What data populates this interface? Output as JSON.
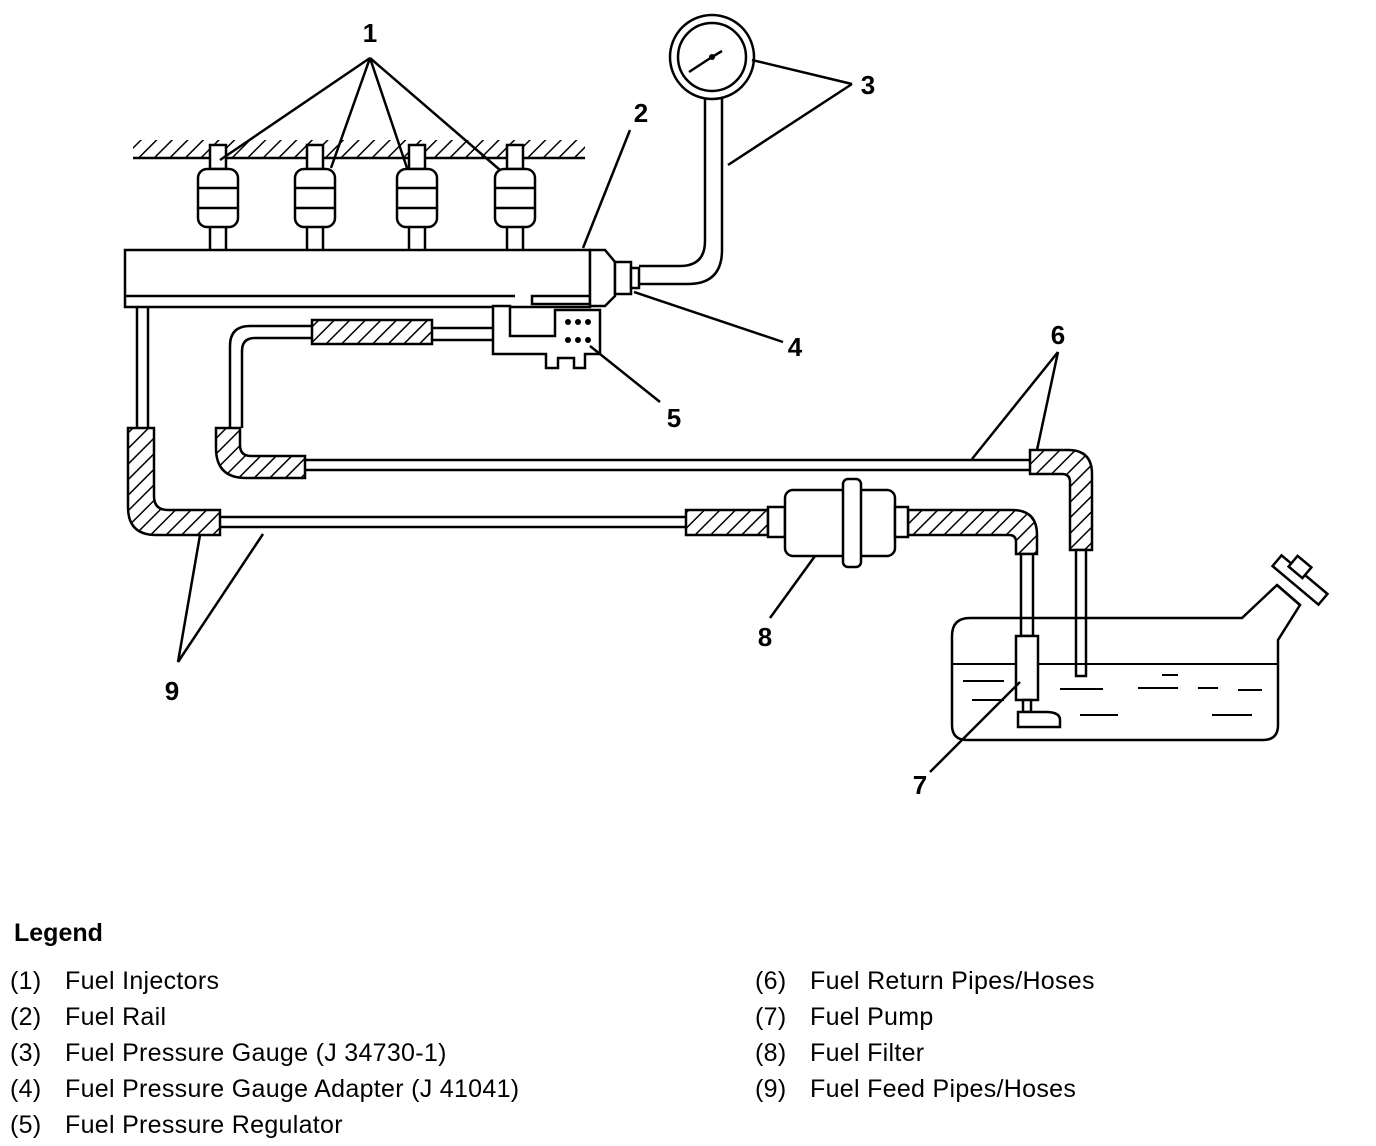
{
  "diagram": {
    "callouts": [
      "1",
      "2",
      "3",
      "4",
      "5",
      "6",
      "7",
      "8",
      "9"
    ]
  },
  "legend": {
    "title": "Legend",
    "items": [
      {
        "num": "(1)",
        "label": "Fuel Injectors"
      },
      {
        "num": "(2)",
        "label": "Fuel Rail"
      },
      {
        "num": "(3)",
        "label": "Fuel Pressure Gauge (J 34730-1)"
      },
      {
        "num": "(4)",
        "label": "Fuel Pressure Gauge Adapter (J 41041)"
      },
      {
        "num": "(5)",
        "label": "Fuel Pressure Regulator"
      },
      {
        "num": "(6)",
        "label": "Fuel Return Pipes/Hoses"
      },
      {
        "num": "(7)",
        "label": "Fuel Pump"
      },
      {
        "num": "(8)",
        "label": "Fuel Filter"
      },
      {
        "num": "(9)",
        "label": "Fuel Feed Pipes/Hoses"
      }
    ]
  }
}
